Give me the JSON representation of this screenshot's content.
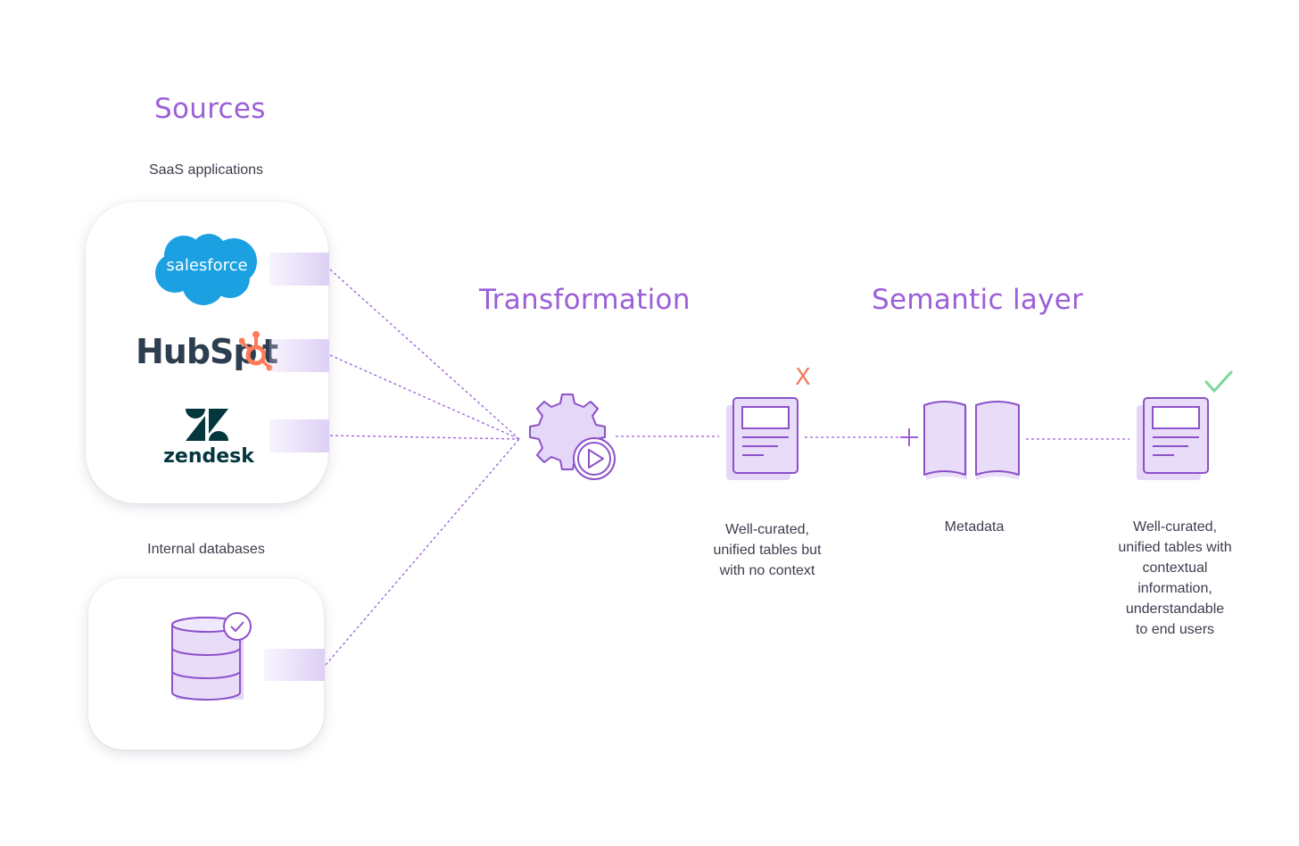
{
  "headings": {
    "sources": "Sources",
    "transformation": "Transformation",
    "semantic_layer": "Semantic layer"
  },
  "sources": {
    "saas_label": "SaaS applications",
    "db_label": "Internal databases",
    "logos": {
      "salesforce": "salesforce",
      "hubspot_prefix": "HubSp",
      "hubspot_suffix": "t",
      "zendesk": "zendesk"
    }
  },
  "stages": {
    "no_context_caption": "Well-curated,\nunified tables but\nwith no context",
    "metadata_caption": "Metadata",
    "with_context_caption": "Well-curated,\nunified tables with\ncontextual\ninformation,\nunderstandable\nto end users",
    "reject_mark": "X"
  },
  "colors": {
    "accent": "#9b5fd6",
    "icon_stroke": "#8c52c9",
    "icon_fill": "#e4d7f7",
    "reject": "#ef7d5c",
    "approve": "#7bd69a",
    "salesforce_blue": "#1ba1e2",
    "hubspot_orange": "#ff7a59",
    "hubspot_dark": "#2d3e50",
    "zendesk_dark": "#03363d"
  },
  "icons": [
    "salesforce-logo",
    "hubspot-logo",
    "zendesk-logo",
    "database-check-icon",
    "gear-play-icon",
    "document-icon",
    "open-book-icon",
    "plus-icon",
    "x-mark-icon",
    "checkmark-icon"
  ]
}
